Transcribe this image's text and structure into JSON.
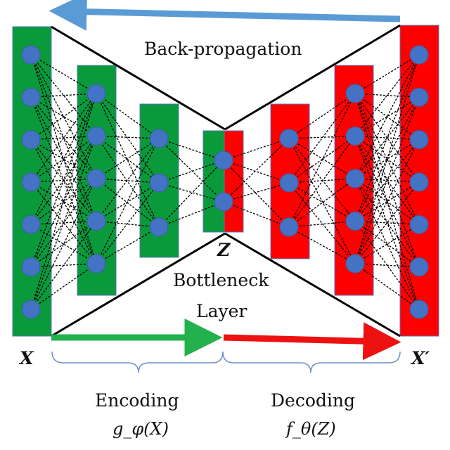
{
  "labels": {
    "backprop": "Back-propagation",
    "bottleneck_var": "Z",
    "bottleneck_line1": "Bottleneck",
    "bottleneck_line2": "Layer",
    "input": "X",
    "output": "X′",
    "encoding": "Encoding",
    "decoding": "Decoding",
    "encoder_func": "g_φ(X)",
    "decoder_func": "f_θ(Z)"
  },
  "network": {
    "layer_sizes": [
      7,
      5,
      3,
      2,
      3,
      5,
      7
    ],
    "layer_colors": [
      "green",
      "green",
      "green",
      "green+red",
      "red",
      "red",
      "red"
    ]
  },
  "colors": {
    "green": "#0a9a3c",
    "red": "#ff0000",
    "node": "#4472c4",
    "backprop_arrow": "#5b9bd5",
    "encode_arrow": "#22b14c",
    "decode_arrow": "#ee1111",
    "brace": "#6f8fc9",
    "lines": "#000000"
  }
}
